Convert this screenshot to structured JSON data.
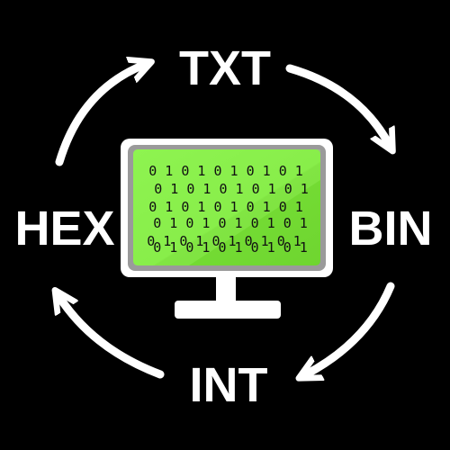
{
  "formats": {
    "top": "TXT",
    "right": "BIN",
    "bottom": "INT",
    "left": "HEX"
  },
  "monitor": {
    "binary_lines": [
      "0 1 0 1 0 1 0 1 0 1",
      "0 1 0 1 0 1 0 1 0 1",
      "0 1 0 1 0 1 0 1 0 1",
      "0 1 0 1 0 1 0 1 0 1",
      "0 1 0 1 0 1 0 1 0 1",
      "0 1 0 1 0 1 0 1 0 1"
    ]
  },
  "icons": {
    "monitor": "monitor-icon",
    "arrows": "cycle-arrow-icon"
  },
  "colors": {
    "background": "#000000",
    "screen_green": "#80f040",
    "screen_highlight": "#a6ff6e",
    "frame": "#ffffff",
    "bezel": "#9a9a9a",
    "arrows": "#ffffff",
    "text": "#ffffff"
  }
}
